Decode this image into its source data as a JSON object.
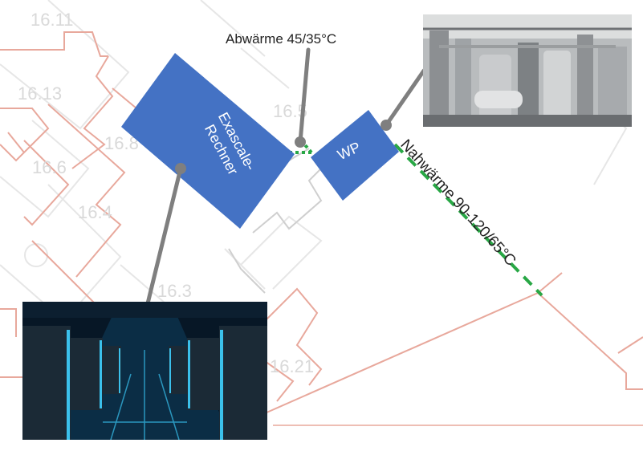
{
  "diagram": {
    "labels": {
      "waste_heat": "Abwärme 45/35°C",
      "district_heat": "Nahwärme 90-120/65°C"
    },
    "boxes": {
      "computer": "Exascale-Rechner",
      "computer_lines": [
        "Exascale-",
        "Rechner"
      ],
      "heat_pump": "WP"
    },
    "room_numbers": [
      "16.11",
      "16.13",
      "16.6",
      "16.8",
      "16.4",
      "16.5",
      "16.3",
      "16.21"
    ],
    "colors": {
      "box_fill": "#4472c4",
      "connector": "#7f7f7f",
      "pipe": "#28a745",
      "floorplan": "#e8a89c",
      "floorplan_faint": "#e6e6e6"
    },
    "images": {
      "heat_pump_photo": "heat-pump-room-photo",
      "datacenter_photo": "datacenter-server-racks-photo"
    }
  }
}
